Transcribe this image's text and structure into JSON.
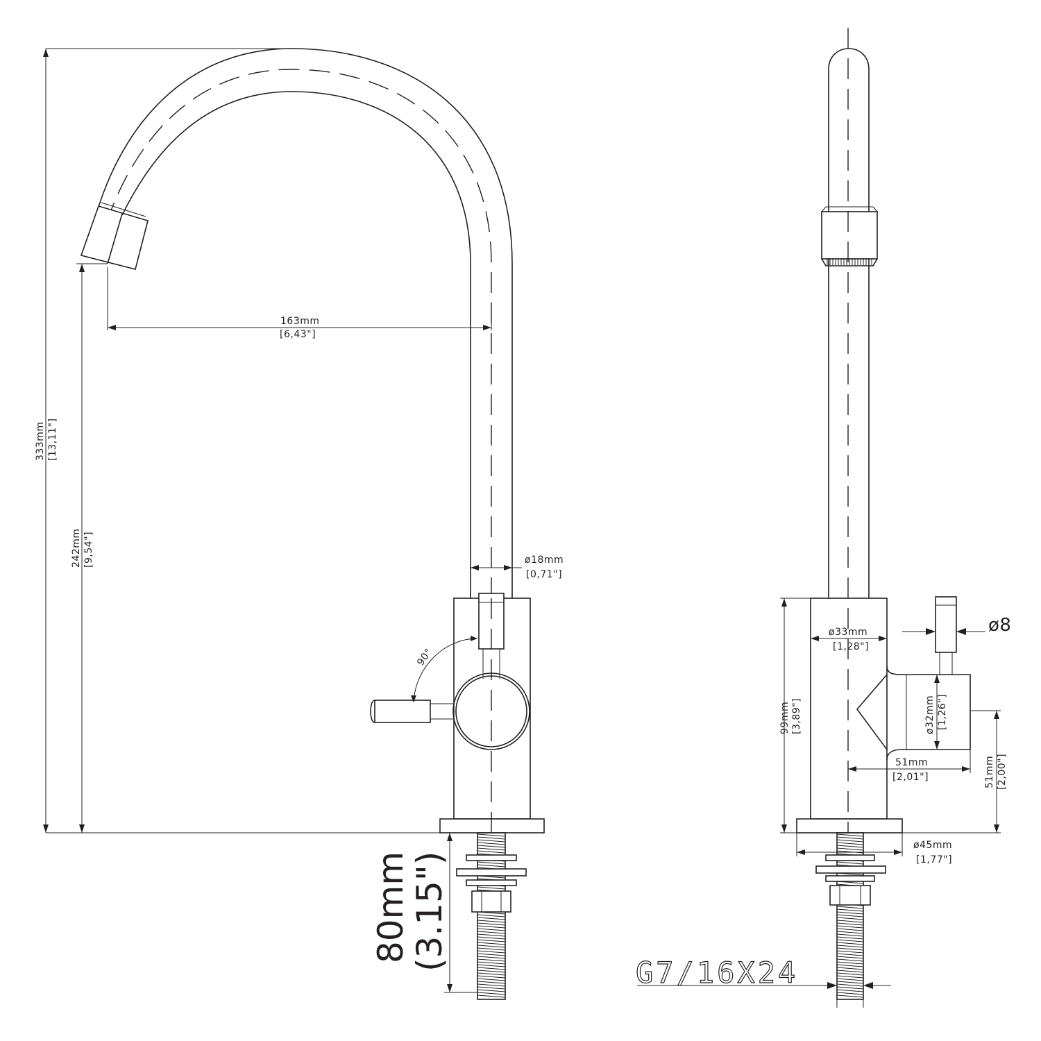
{
  "side_view": {
    "total_height": "333mm",
    "total_height_in": "[13,11\"]",
    "spout_height": "242mm",
    "spout_height_in": "[9,54\"]",
    "spout_reach": "163mm",
    "spout_reach_in": "[6,43\"]",
    "pipe_diameter": "ø18mm",
    "pipe_diameter_in": "[0,71\"]",
    "handle_rotation": "90°",
    "shank_length": "80mm",
    "shank_length_in": "(3.15\")"
  },
  "front_view": {
    "handle_diameter": "ø8",
    "body_diameter": "ø33mm",
    "body_diameter_in": "[1,28\"]",
    "body_height": "99mm",
    "body_height_in": "[3,89\"]",
    "knob_diameter": "ø32mm",
    "knob_diameter_in": "[1,26\"]",
    "knob_depth": "51mm",
    "knob_depth_in": "[2,01\"]",
    "knob_height": "51mm",
    "knob_height_in": "[2,00\"]",
    "base_diameter": "ø45mm",
    "base_diameter_in": "[1,77\"]",
    "thread_spec": "G7/16X24"
  }
}
